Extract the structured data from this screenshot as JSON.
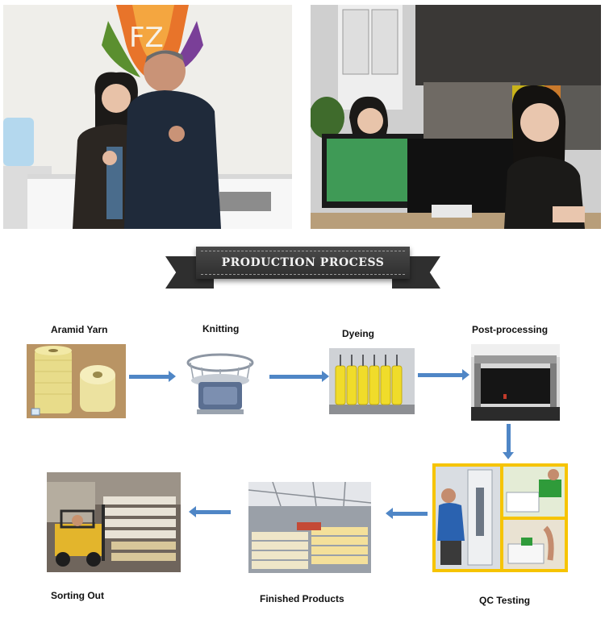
{
  "photos": {
    "office_logo": "FZ"
  },
  "banner": {
    "title": "PRODUCTION PROCESS"
  },
  "steps": [
    {
      "label": "Aramid Yarn"
    },
    {
      "label": "Knitting"
    },
    {
      "label": "Dyeing"
    },
    {
      "label": "Post-processing"
    },
    {
      "label": "QC Testing"
    },
    {
      "label": "Finished Products"
    },
    {
      "label": "Sorting Out"
    }
  ],
  "colors": {
    "arrow": "#4f86c6",
    "banner": "#2f2f2f",
    "qc_frame": "#f6c400",
    "yarn": "#e6d98a"
  },
  "icons": {
    "arrow": "right-arrow-icon"
  }
}
